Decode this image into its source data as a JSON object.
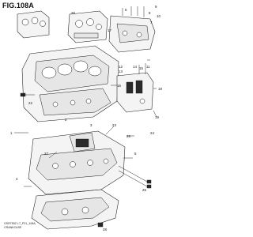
{
  "figure": {
    "title": "FIG.108A"
  },
  "footer": {
    "model": "GSR750Z L7_P21_108A",
    "section": "CRANKCASE"
  },
  "callouts": [
    "1",
    "2",
    "3",
    "4",
    "5",
    "6",
    "7",
    "8",
    "9",
    "10",
    "11",
    "12",
    "13",
    "14",
    "15",
    "16",
    "17",
    "18",
    "19",
    "20",
    "21",
    "22",
    "23",
    "24",
    "25",
    "26",
    "27",
    "28"
  ]
}
